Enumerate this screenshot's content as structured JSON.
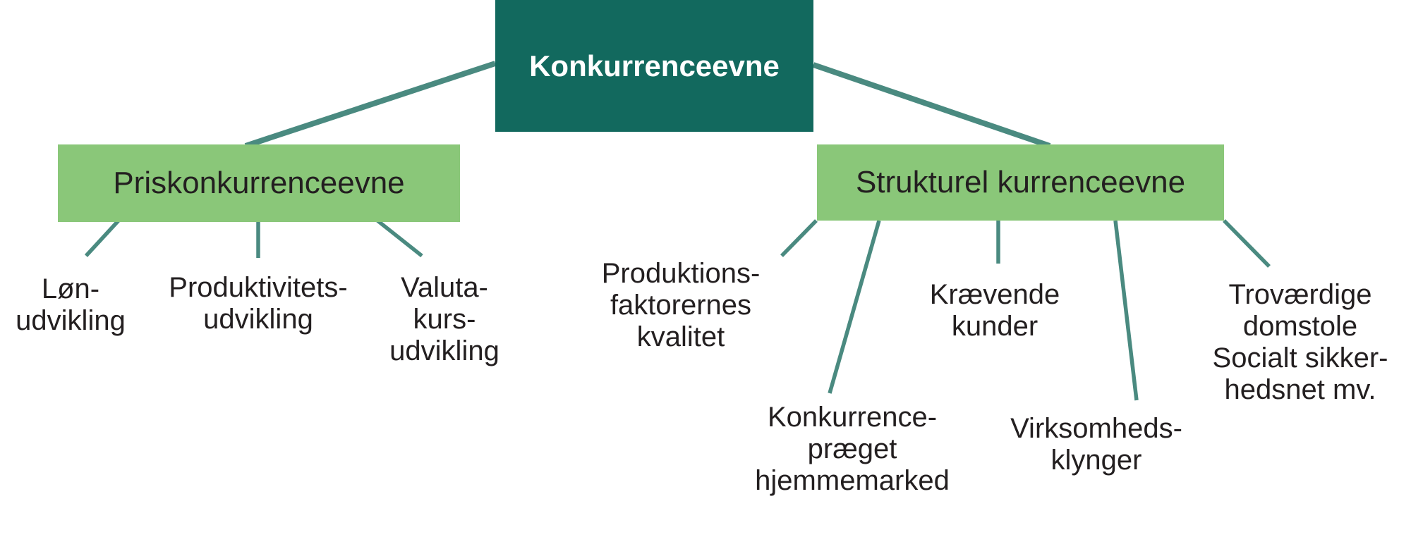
{
  "title": "Konkurrenceevne diagram",
  "colors": {
    "root_box": "#12695E",
    "root_text": "#FFFFFF",
    "branch_box": "#8AC779",
    "connector": "#4A8A80",
    "leaf_text": "#231F20"
  },
  "root": {
    "label": "Konkurrenceevne"
  },
  "branches": [
    {
      "label": "Priskonkurrenceevne"
    },
    {
      "label": "Strukturel kurrenceevne"
    }
  ],
  "leaves": [
    {
      "id": "loen",
      "parent": "Priskonkurrenceevne",
      "lines": [
        "Løn-",
        "udvikling"
      ]
    },
    {
      "id": "produktivitets",
      "parent": "Priskonkurrenceevne",
      "lines": [
        "Produktivitets-",
        "udvikling"
      ]
    },
    {
      "id": "valuta",
      "parent": "Priskonkurrenceevne",
      "lines": [
        "Valuta-",
        "kurs-",
        "udvikling"
      ]
    },
    {
      "id": "produktions",
      "parent": "Strukturel kurrenceevne",
      "lines": [
        "Produktions-",
        "faktorernes",
        "kvalitet"
      ]
    },
    {
      "id": "konkurrence",
      "parent": "Strukturel kurrenceevne",
      "lines": [
        "Konkurrence-",
        "præget",
        "hjemmemarked"
      ]
    },
    {
      "id": "kraevende",
      "parent": "Strukturel kurrenceevne",
      "lines": [
        "Krævende",
        "kunder"
      ]
    },
    {
      "id": "virksomheds",
      "parent": "Strukturel kurrenceevne",
      "lines": [
        "Virksomheds-",
        "klynger"
      ]
    },
    {
      "id": "trovaerdige",
      "parent": "Strukturel kurrenceevne",
      "lines": [
        "Troværdige",
        "domstole",
        "Socialt sikker-",
        "hedsnet mv."
      ]
    }
  ]
}
